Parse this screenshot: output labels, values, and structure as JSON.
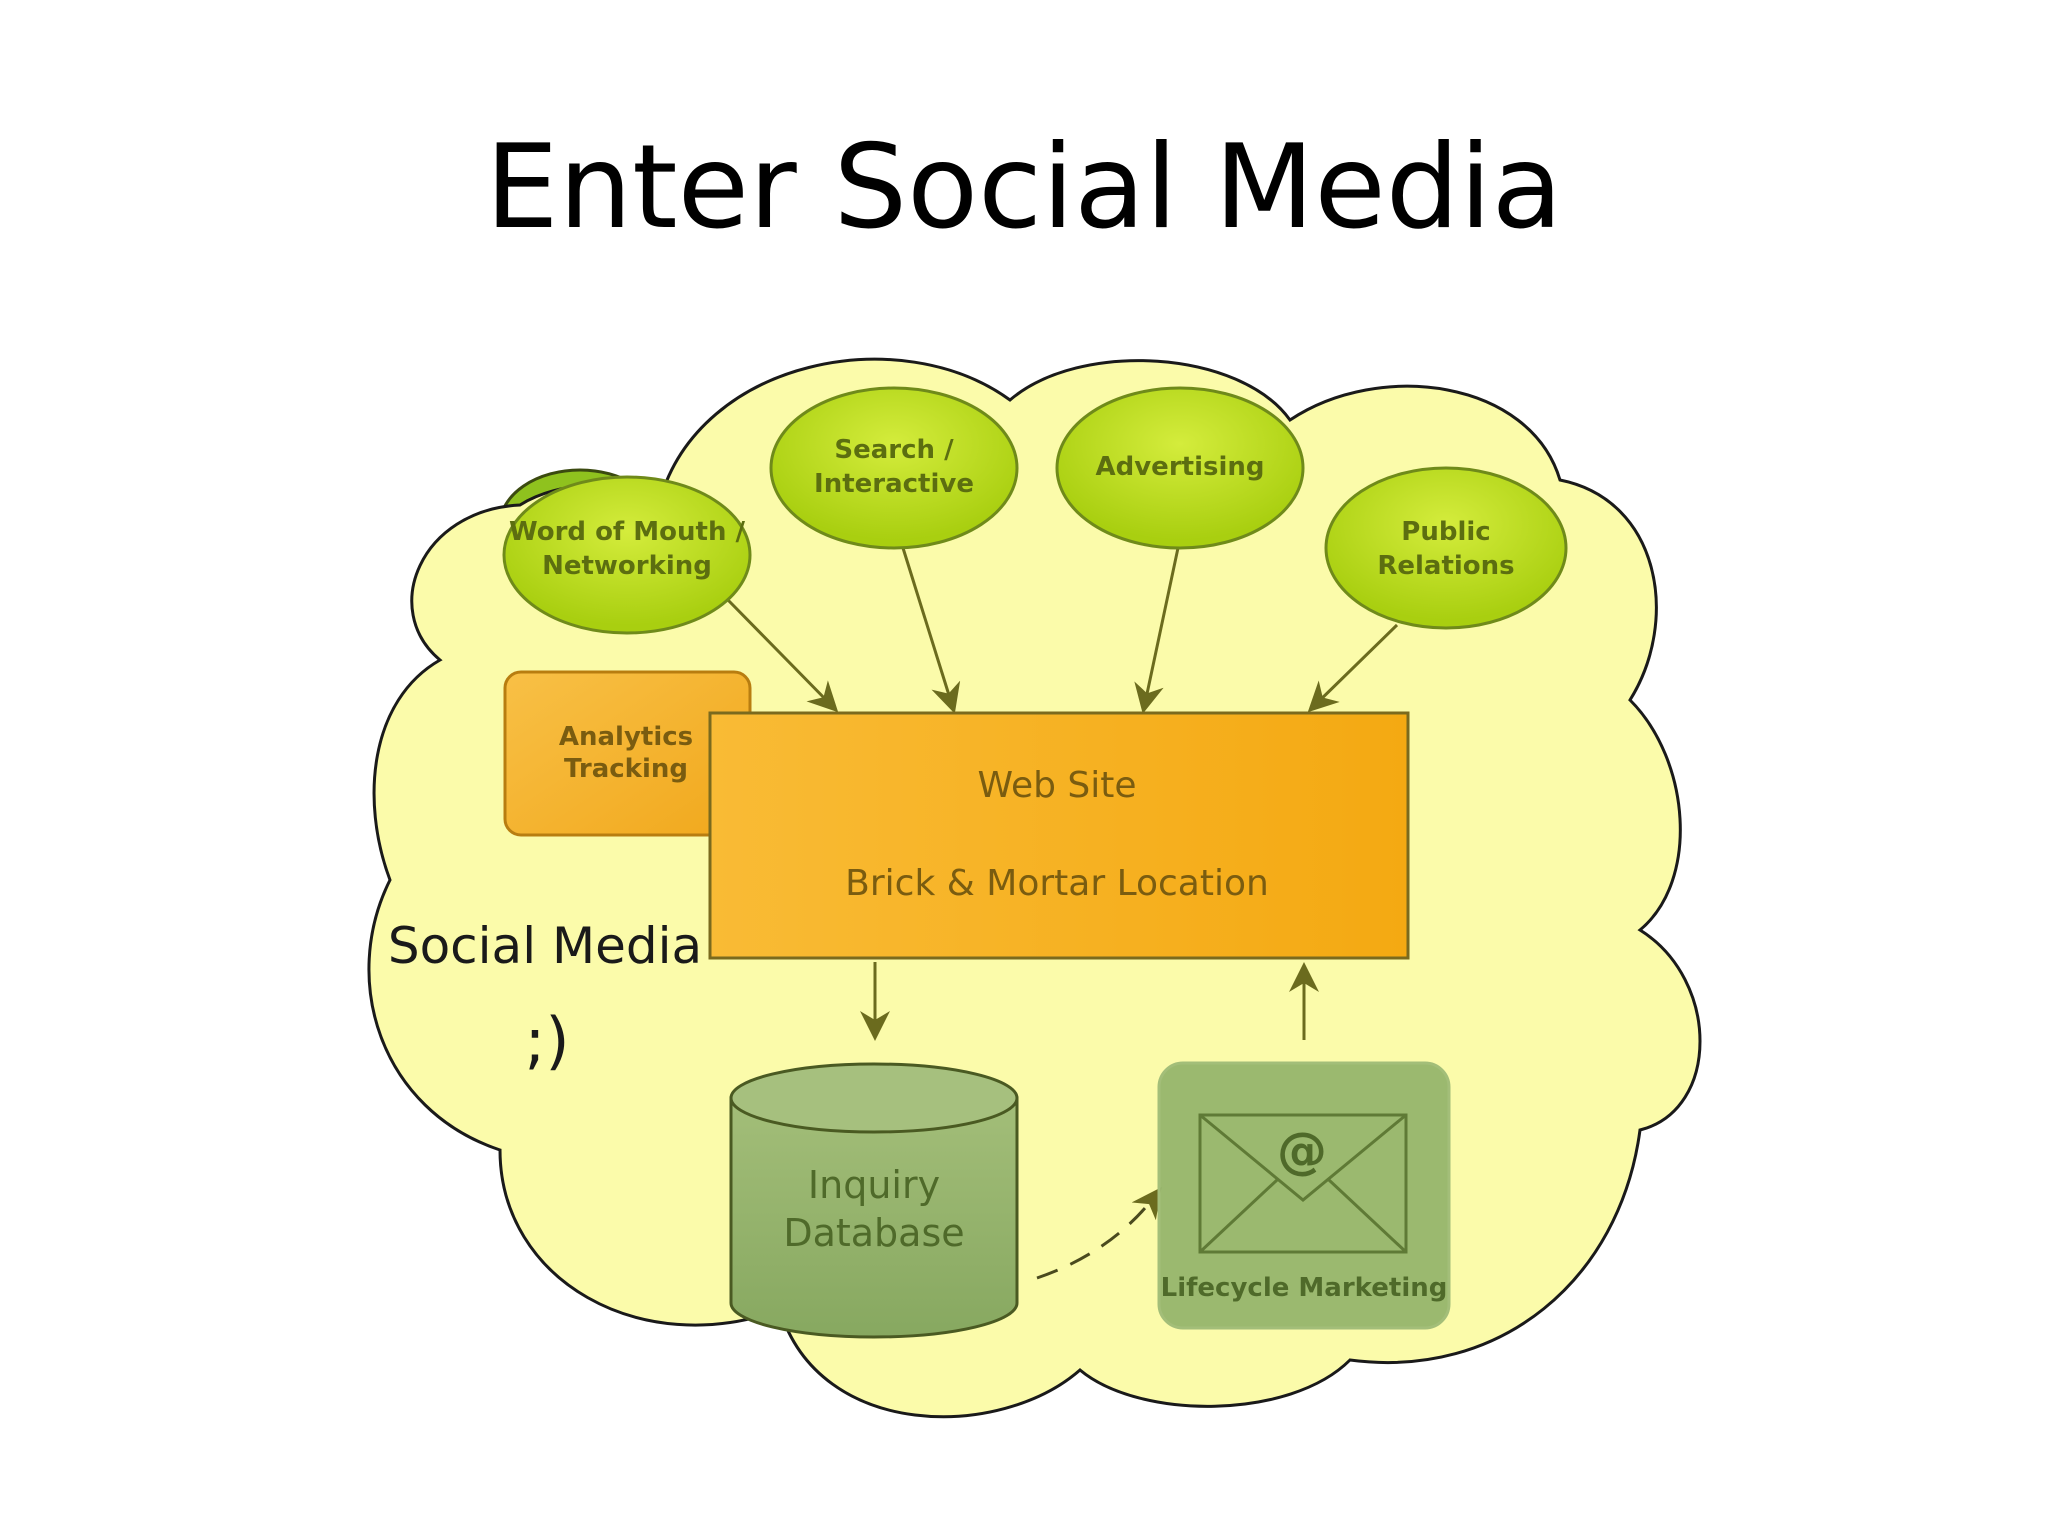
{
  "slide": {
    "title": "Enter Social Media"
  },
  "diagram": {
    "cloud_label": "Social Media",
    "cloud_emoticon": ";)",
    "sources": [
      {
        "line1": "Word of Mouth /",
        "line2": "Networking"
      },
      {
        "line1": "Search /",
        "line2": "Interactive"
      },
      {
        "line1": "Advertising",
        "line2": ""
      },
      {
        "line1": "Public",
        "line2": "Relations"
      }
    ],
    "analytics": {
      "line1": "Analytics",
      "line2": "Tracking"
    },
    "hub": {
      "line1": "Web Site",
      "line2": "Brick & Mortar Location"
    },
    "database": {
      "line1": "Inquiry",
      "line2": "Database"
    },
    "marketing": {
      "label": "Lifecycle Marketing",
      "symbol": "@"
    }
  },
  "colors": {
    "cloud_fill": "#fbfbaa",
    "ellipse_fill": "#b9dc14",
    "ellipse_text": "#5c6e10",
    "orange_fill": "#f7b01c",
    "orange_text": "#7a5c10",
    "green_box_fill": "#93b36a",
    "green_box_text": "#4f6a2a",
    "arrow": "#6b6b1e"
  }
}
